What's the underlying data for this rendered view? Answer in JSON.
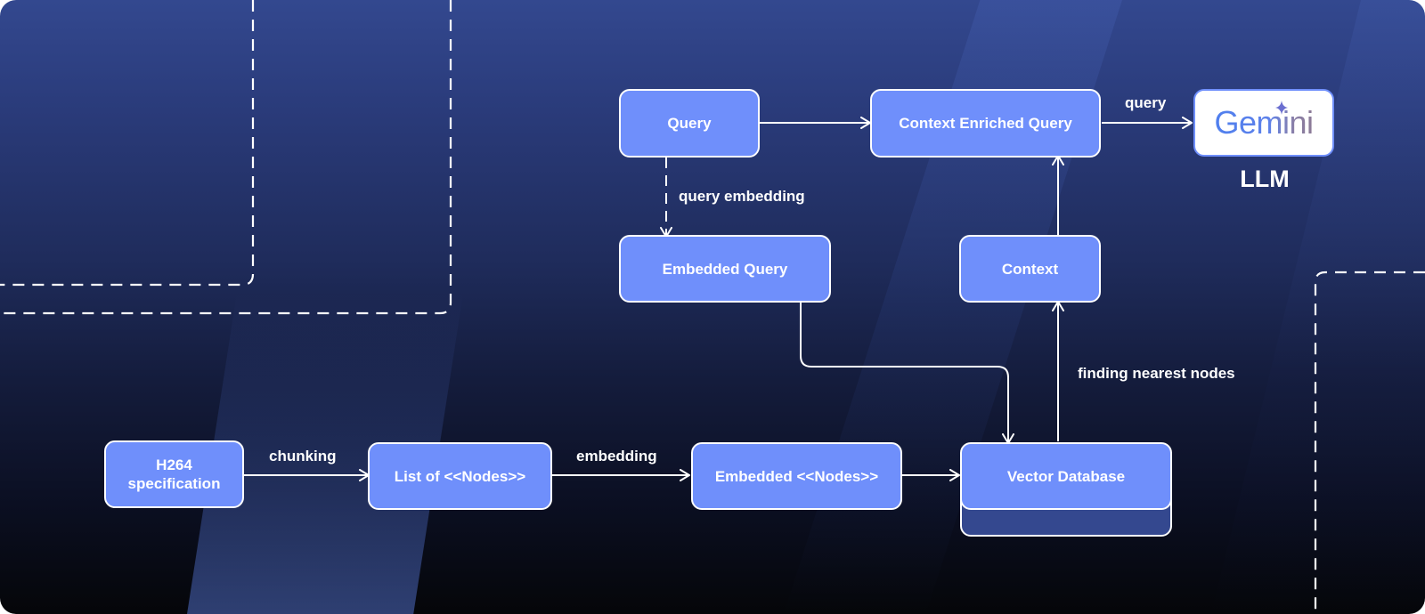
{
  "diagram": {
    "nodes": {
      "h264": "H264\nspecification",
      "list_nodes": "List of <<Nodes>>",
      "embedded_nodes": "Embedded <<Nodes>>",
      "vector_db": "Vector Database",
      "query": "Query",
      "embedded_query": "Embedded Query",
      "context": "Context",
      "context_enriched_query": "Context Enriched Query",
      "gemini": "Gemini",
      "llm": "LLM"
    },
    "edges": [
      {
        "from": "H264 specification",
        "to": "List of <<Nodes>>",
        "label": "chunking",
        "style": "solid"
      },
      {
        "from": "List of <<Nodes>>",
        "to": "Embedded <<Nodes>>",
        "label": "embedding",
        "style": "solid"
      },
      {
        "from": "Embedded <<Nodes>>",
        "to": "Vector Database",
        "label": "",
        "style": "solid"
      },
      {
        "from": "Query",
        "to": "Embedded Query",
        "label": "query embedding",
        "style": "dashed"
      },
      {
        "from": "Query",
        "to": "Context Enriched Query",
        "label": "",
        "style": "solid"
      },
      {
        "from": "Embedded Query",
        "to": "Vector Database",
        "label": "",
        "style": "solid"
      },
      {
        "from": "Vector Database",
        "to": "Context",
        "label": "finding nearest nodes",
        "style": "solid"
      },
      {
        "from": "Context",
        "to": "Context Enriched Query",
        "label": "",
        "style": "solid"
      },
      {
        "from": "Context Enriched Query",
        "to": "Gemini",
        "label": "query",
        "style": "solid"
      }
    ],
    "labels": {
      "chunking": "chunking",
      "embedding": "embedding",
      "query_embedding": "query embedding",
      "finding_nearest": "finding nearest nodes",
      "query": "query"
    },
    "colors": {
      "node_fill": "#6f8ffb",
      "node_border": "#ffffff",
      "db_base_fill": "#34488f",
      "background_top": "#33488f",
      "background_bottom": "#050609",
      "gemini_blue": "#4f7fee",
      "gemini_star": "#6b6fd0"
    }
  }
}
